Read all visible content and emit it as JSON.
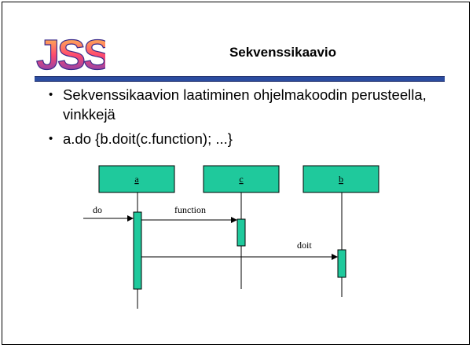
{
  "header": {
    "logo_text": "JSS",
    "title": "Sekvenssikaavio"
  },
  "bullets": [
    "Sekvenssikaavion laatiminen ohjelmakoodin perusteella, vinkkejä",
    "a.do {b.doit(c.function); ...}"
  ],
  "diagram": {
    "objects": [
      {
        "name": "a"
      },
      {
        "name": "c"
      },
      {
        "name": "b"
      }
    ],
    "messages": [
      {
        "label": "do",
        "from": "external",
        "to": "a"
      },
      {
        "label": "function",
        "from": "a",
        "to": "c"
      },
      {
        "label": "doit",
        "from": "a",
        "to": "b"
      }
    ],
    "colors": {
      "object_fill": "#1fc99c",
      "activation_fill": "#1fc99c",
      "rule": "#2b4ca0"
    }
  }
}
